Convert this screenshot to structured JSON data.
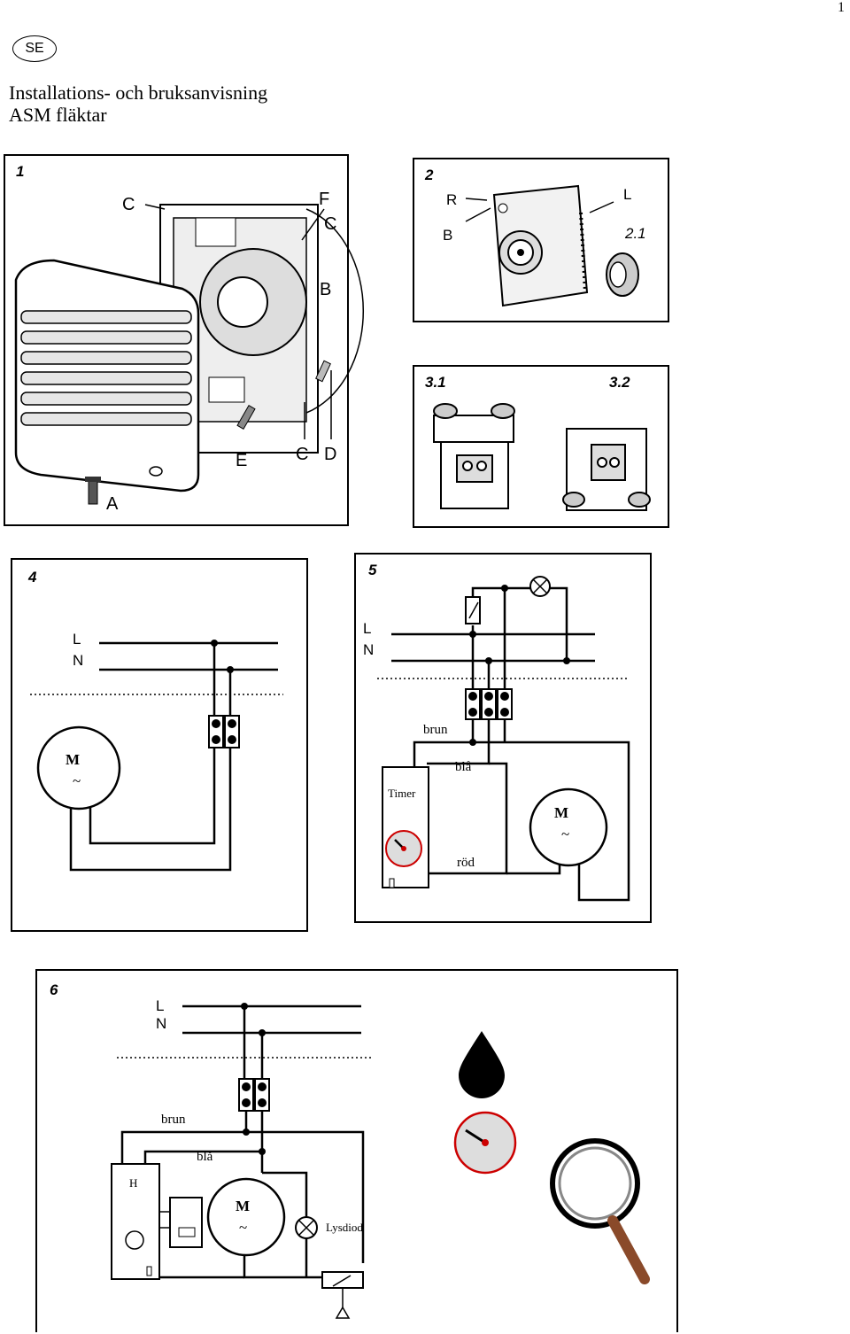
{
  "page_number": "1",
  "language_badge": "SE",
  "title": {
    "line1": "Installations- och bruksanvisning",
    "line2": "ASM fläktar"
  },
  "figures": {
    "fig1": {
      "number": "1",
      "labels": [
        "C",
        "F",
        "C",
        "B",
        "E",
        "C",
        "D",
        "A"
      ]
    },
    "fig2": {
      "number": "2",
      "labels": {
        "r": "R",
        "b": "B",
        "l": "L",
        "sub": "2.1"
      }
    },
    "fig3": {
      "sub1": "3.1",
      "sub2": "3.2"
    },
    "fig4": {
      "number": "4",
      "line_l": "L",
      "line_n": "N",
      "motor_m": "M",
      "motor_tilde": "~"
    },
    "fig5": {
      "number": "5",
      "line_l": "L",
      "line_n": "N",
      "wire_brown": "brun",
      "wire_blue": "blå",
      "wire_red": "röd",
      "timer": "Timer",
      "motor_m": "M",
      "motor_tilde": "~"
    },
    "fig6": {
      "number": "6",
      "line_l": "L",
      "line_n": "N",
      "wire_brown": "brun",
      "wire_blue": "blå",
      "h_label": "H",
      "motor_m": "M",
      "motor_tilde": "~",
      "led_label": "Lysdiod"
    }
  }
}
